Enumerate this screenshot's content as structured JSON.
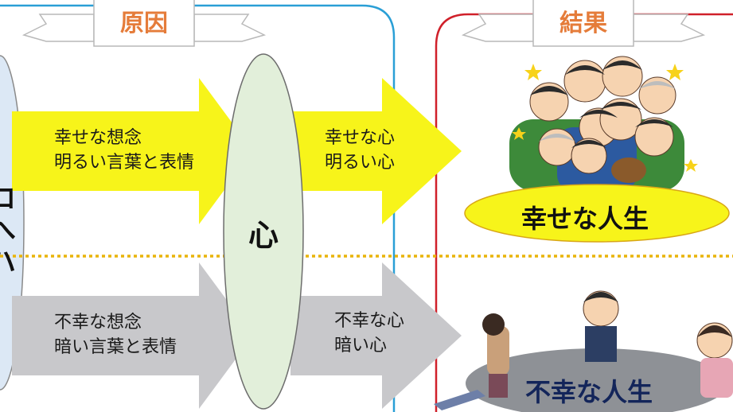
{
  "headers": {
    "cause": "原因",
    "result": "結果"
  },
  "left_column": {
    "chars": [
      "ロ",
      "へ",
      "ハ"
    ]
  },
  "center": {
    "label": "心"
  },
  "positive": {
    "input_lines": [
      "幸せな想念",
      "明るい言葉と表情"
    ],
    "output_lines": [
      "幸せな心",
      "明るい心"
    ],
    "result": "幸せな人生"
  },
  "negative": {
    "input_lines": [
      "不幸な想念",
      "暗い言葉と表情"
    ],
    "output_lines": [
      "不幸な心",
      "暗い心"
    ],
    "result": "不幸な人生"
  },
  "colors": {
    "positive_arrow": "#f7f41a",
    "negative_arrow": "#c8c8cb",
    "header_text": "#e57c3a",
    "heart_oval": "#e2efda",
    "left_bar": "#dce8f5",
    "cause_frame": "#2a9fd6",
    "result_frame": "#d0202a",
    "divider": "#e9b40a",
    "positive_result_oval": "#f7f41a",
    "negative_result_oval": "#8e9196"
  },
  "icons": [
    "happy-crowd-illustration",
    "sad-people-illustration"
  ]
}
